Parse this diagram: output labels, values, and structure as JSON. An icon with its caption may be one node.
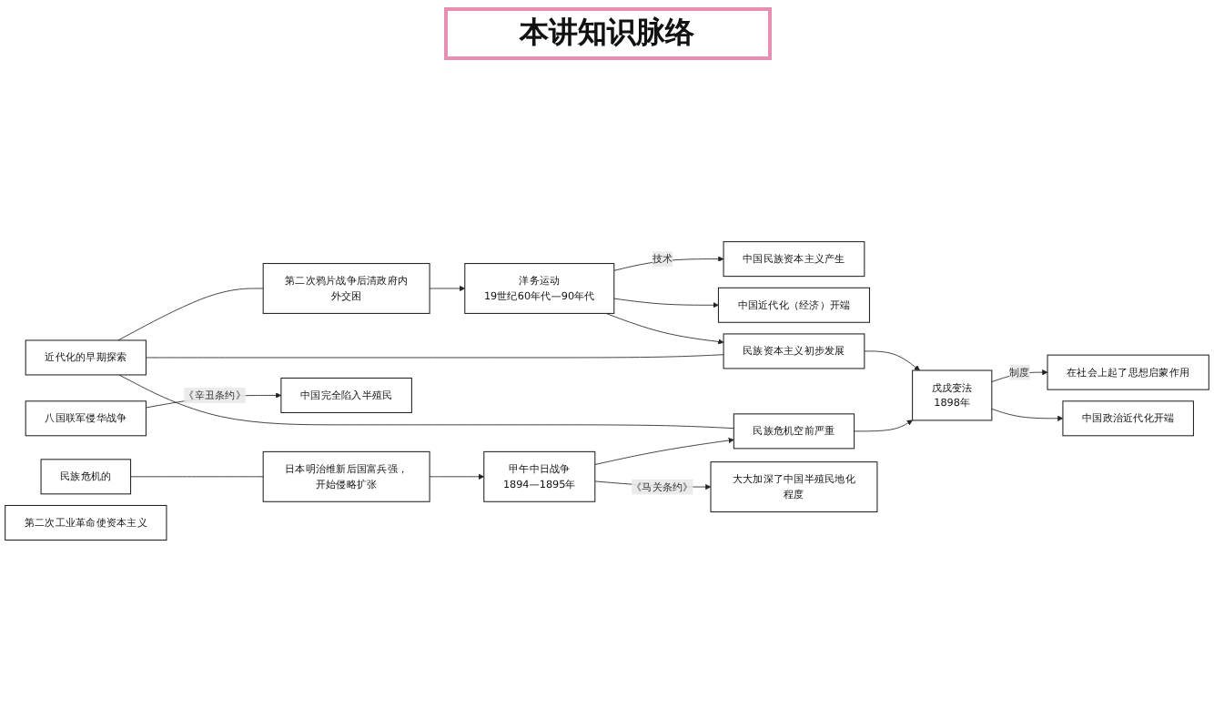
{
  "diagram": {
    "title": "本讲知识脉络",
    "nodes": [
      {
        "text": [
          "近代化的早期探索"
        ]
      },
      {
        "text": [
          "第二次鸦片战争后清政府内外交困"
        ]
      },
      {
        "text": [
          "洋务运动",
          "19世纪60年代—90年代"
        ]
      },
      {
        "text": [
          "中国民族资本主义产生"
        ]
      },
      {
        "text": [
          "中国近代化（经济）开端"
        ]
      },
      {
        "text": [
          "民族资本主义初步发展"
        ]
      },
      {
        "text": [
          "民族危机空前严重"
        ]
      },
      {
        "text": [
          "戊戌变法",
          "1898年"
        ]
      },
      {
        "text": [
          "在社会上起了思想启蒙作用"
        ]
      },
      {
        "text": [
          "中国政治近代化开端"
        ]
      },
      {
        "text": [
          "大大加深了中国半殖民地化程度"
        ]
      },
      {
        "text": [
          "甲午中日战争",
          "1894—1895年"
        ]
      },
      {
        "text": [
          "日本明治维新后国富兵强，开始侵略扩张"
        ]
      },
      {
        "text": [
          "民族危机的"
        ]
      },
      {
        "text": [
          "中国完全陷入半殖民"
        ]
      },
      {
        "text": [
          "八国联军侵华战争"
        ]
      },
      {
        "text": [
          "第二次工业革命使资本主义"
        ]
      }
    ],
    "edges": [
      {
        "from": 0,
        "to": 1,
        "arrow": "none"
      },
      {
        "from": 1,
        "to": 2,
        "arrow": "to"
      },
      {
        "from": 2,
        "to": 5,
        "arrow": "to"
      },
      {
        "from": 0,
        "to": 5,
        "arrow": "none"
      },
      {
        "from": 0,
        "to": 6,
        "arrow": "none"
      },
      {
        "from": 2,
        "to": 3,
        "arrow": "to",
        "label": "技术"
      },
      {
        "from": 2,
        "to": 4,
        "arrow": "to"
      },
      {
        "from": 5,
        "to": 7,
        "arrow": "to"
      },
      {
        "from": 6,
        "to": 7,
        "arrow": "to"
      },
      {
        "from": 7,
        "to": 8,
        "arrow": "to",
        "label": "制度"
      },
      {
        "from": 7,
        "to": 9,
        "arrow": "to"
      },
      {
        "from": 11,
        "to": 10,
        "arrow": "to",
        "label": "《马关条约》"
      },
      {
        "from": 11,
        "to": 6,
        "arrow": "to"
      },
      {
        "from": 12,
        "to": 11,
        "arrow": "to"
      },
      {
        "from": 13,
        "to": 12,
        "arrow": "none"
      },
      {
        "from": 15,
        "to": 14,
        "arrow": "to",
        "label": "《辛丑条约》"
      }
    ]
  }
}
